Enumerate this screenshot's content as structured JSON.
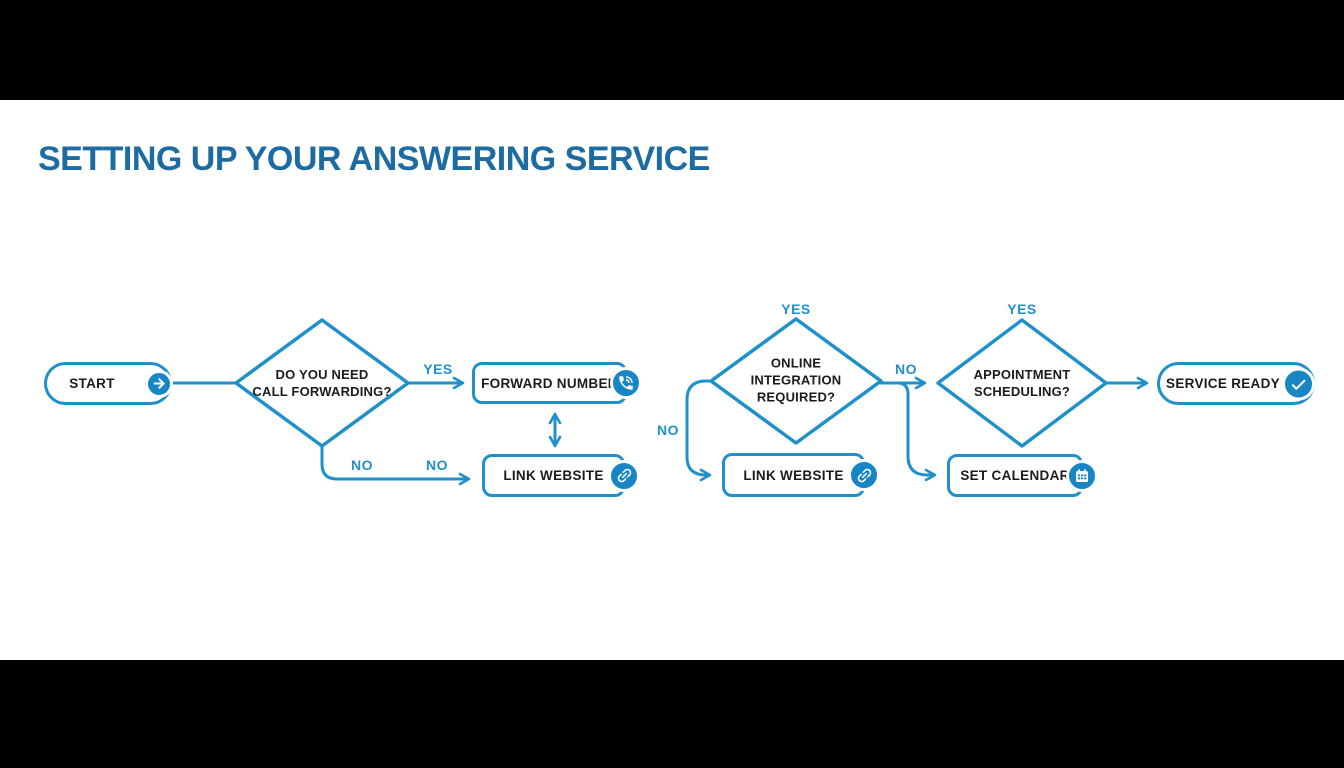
{
  "title": "SETTING UP YOUR ANSWERING SERVICE",
  "colors": {
    "accent_blue": "#2090cb",
    "title_blue": "#1d6ba3",
    "icon_blue": "#1886c5",
    "node_text": "#1b1b1b",
    "letterbox": "#000000",
    "background": "#ffffff"
  },
  "nodes": {
    "start": {
      "label": "START",
      "icon": "arrow-right-icon"
    },
    "call_forwarding_decision": {
      "label": "DO YOU NEED\nCALL FORWARDING?"
    },
    "forward_number": {
      "label": "FORWARD NUMBER",
      "icon": "phone-icon"
    },
    "link_website_1": {
      "label": "LINK WEBSITE",
      "icon": "link-icon"
    },
    "online_integration_decision": {
      "label": "ONLINE\nINTEGRATION\nREQUIRED?"
    },
    "link_website_2": {
      "label": "LINK WEBSITE",
      "icon": "link-icon"
    },
    "appointment_decision": {
      "label": "APPOINTMENT\nSCHEDULING?"
    },
    "set_calendar": {
      "label": "SET CALENDAR",
      "icon": "calendar-icon"
    },
    "service_ready": {
      "label": "SERVICE READY",
      "icon": "check-icon"
    }
  },
  "edge_labels": {
    "yes_call_forwarding": "YES",
    "no_call_forwarding_1": "NO",
    "no_call_forwarding_2": "NO",
    "yes_online_integration": "YES",
    "no_online_integration": "NO",
    "no_to_appointment": "NO",
    "yes_appointment": "YES"
  }
}
